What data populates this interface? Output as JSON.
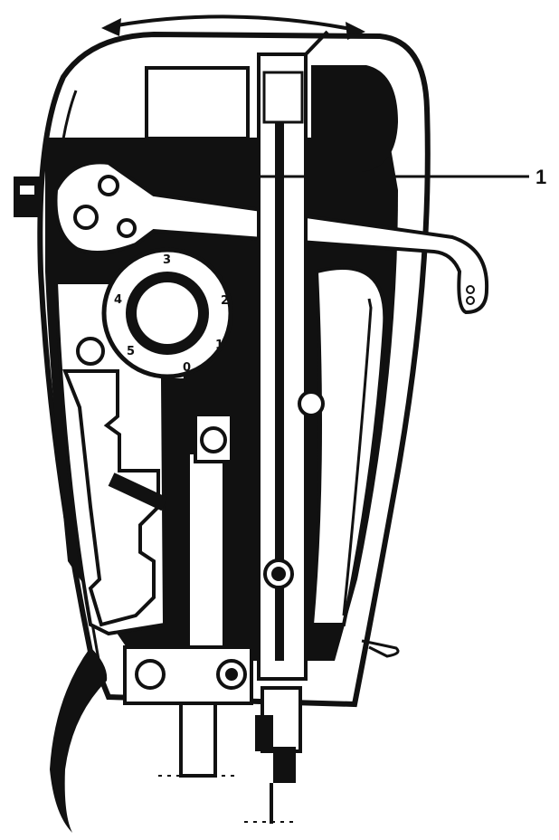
{
  "callouts": [
    {
      "label": "1"
    }
  ],
  "dial": {
    "numbers": [
      "3",
      "2",
      "1",
      "0",
      "5",
      "4"
    ]
  }
}
